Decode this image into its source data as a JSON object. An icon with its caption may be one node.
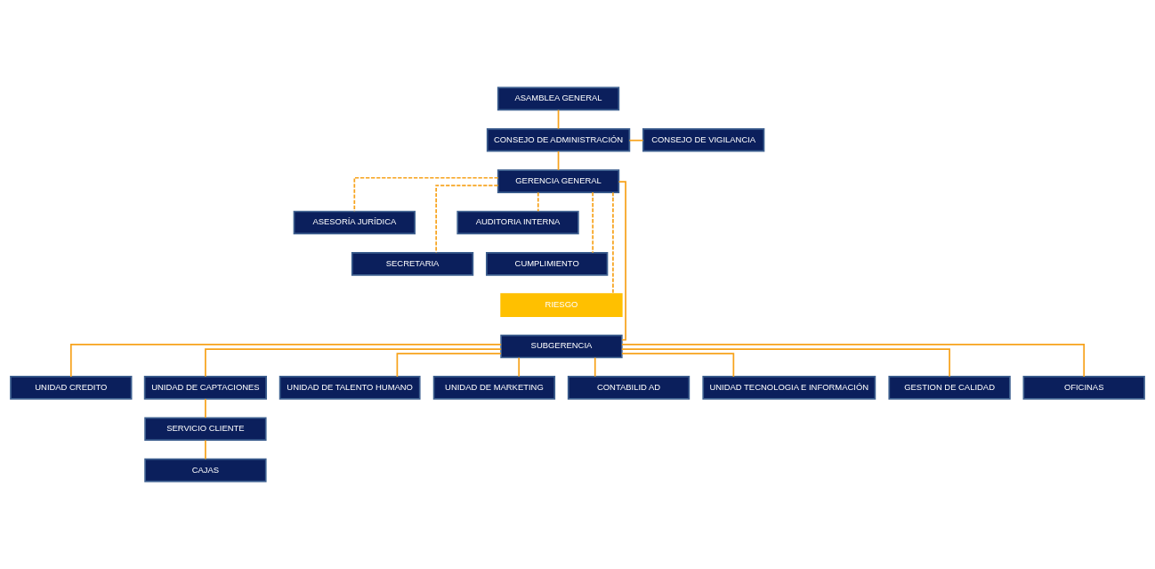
{
  "diagram": {
    "nodes": [
      {
        "text": [
          "ASAMBLEA GENERAL"
        ]
      },
      {
        "text": [
          "CONSEJO DE ADMINISTRACIÓN"
        ]
      },
      {
        "text": [
          "CONSEJO DE VIGILANCIA"
        ]
      },
      {
        "text": [
          "GERENCIA GENERAL"
        ]
      },
      {
        "text": [
          "AUDITORIA INTERNA"
        ]
      },
      {
        "text": [
          "ASESORÍA JURÍDICA"
        ]
      },
      {
        "text": [
          "CUMPLIMIENTO"
        ]
      },
      {
        "text": [
          "SECRETARIA"
        ]
      },
      {
        "text": [
          "RIESGO"
        ]
      },
      {
        "text": [
          "SUBGERENCIA"
        ]
      },
      {
        "text": [
          "UNIDAD CREDITO"
        ]
      },
      {
        "text": [
          "UNIDAD DE CAPTACIONES"
        ]
      },
      {
        "text": [
          "UNIDAD DE TALENTO HUMANO"
        ]
      },
      {
        "text": [
          "UNIDAD DE MARKETING"
        ]
      },
      {
        "text": [
          "CONTABILID AD"
        ]
      },
      {
        "text": [
          "UNIDAD TECNOLOGIA E INFORMACIÓN"
        ]
      },
      {
        "text": [
          "GESTION DE CALIDAD"
        ]
      },
      {
        "text": [
          "OFICINAS"
        ]
      },
      {
        "text": [
          "SERVICIO CLIENTE"
        ]
      },
      {
        "text": [
          "CAJAS"
        ]
      }
    ],
    "edges": [
      {
        "from": 0,
        "to": 1,
        "arrow": "none"
      },
      {
        "from": 1,
        "to": 2,
        "arrow": "none"
      },
      {
        "from": 1,
        "to": 3,
        "arrow": "none"
      },
      {
        "from": 3,
        "to": 4,
        "arrow": "none",
        "style": "dashed"
      },
      {
        "from": 3,
        "to": 5,
        "arrow": "none",
        "style": "dashed"
      },
      {
        "from": 3,
        "to": 6,
        "arrow": "none",
        "style": "dashed"
      },
      {
        "from": 3,
        "to": 7,
        "arrow": "none",
        "style": "dashed"
      },
      {
        "from": 3,
        "to": 8,
        "arrow": "none",
        "style": "dashed"
      },
      {
        "from": 3,
        "to": 9,
        "arrow": "none"
      },
      {
        "from": 9,
        "to": 10,
        "arrow": "none"
      },
      {
        "from": 9,
        "to": 11,
        "arrow": "none"
      },
      {
        "from": 9,
        "to": 12,
        "arrow": "none"
      },
      {
        "from": 9,
        "to": 17,
        "arrow": "none"
      },
      {
        "from": 9,
        "to": 13,
        "arrow": "none"
      },
      {
        "from": 9,
        "to": 14,
        "arrow": "none"
      },
      {
        "from": 9,
        "to": 15,
        "arrow": "none"
      },
      {
        "from": 9,
        "to": 16,
        "arrow": "none"
      },
      {
        "from": 11,
        "to": 18,
        "arrow": "none"
      },
      {
        "from": 18,
        "to": 19,
        "arrow": "none"
      }
    ]
  }
}
